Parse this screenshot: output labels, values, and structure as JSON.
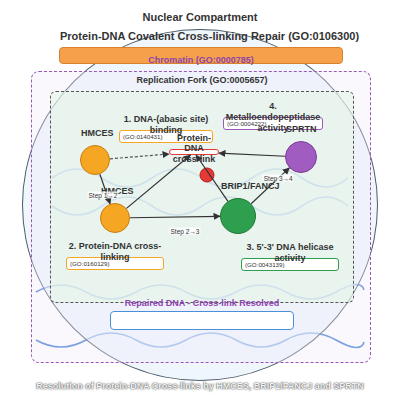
{
  "diagram": {
    "caption": "Resolution of Protein-DNA Cross-links by HMCES, BRIP1/FANCJ and SPRTN",
    "nodes": [
      {
        "text": [
          "Nuclear Compartment"
        ]
      },
      {
        "text": [
          "Protein-DNA Covalent Cross-linking Repair (GO:0106300)"
        ],
        "in": 0
      },
      {
        "text": [
          "Chromatin (GO:0000785)"
        ],
        "in": 0
      },
      {
        "text": [
          "Replication Fork (GO:0005657)"
        ],
        "in": 2
      },
      {
        "text": [
          "HMCES"
        ],
        "in": 3
      },
      {
        "text": [
          "1. DNA-(abasic site) binding",
          "(GO:0140431)"
        ],
        "in": 3
      },
      {
        "text": [
          "Protein-DNA cross-link"
        ],
        "in": 3
      },
      {
        "text": [
          "4. Metalloendopeptidase activity",
          "(GO:0004222)"
        ],
        "in": 3
      },
      {
        "text": [
          "SPRTN"
        ],
        "in": 3
      },
      {
        "text": [
          "HMCES"
        ],
        "in": 3
      },
      {
        "text": [
          "BRIP1/FANCJ"
        ],
        "in": 3
      },
      {
        "text": [
          "2. Protein-DNA cross-linking",
          "(GO:0160129)"
        ],
        "in": 3
      },
      {
        "text": [
          "3. 5'-3' DNA helicase activity",
          "(GO:0043139)"
        ],
        "in": 3
      },
      {
        "text": [
          "Repaired DNA - Cross-link Resolved"
        ],
        "in": 2
      }
    ],
    "edges": [
      {
        "from": 4,
        "to": 9,
        "arrow": "to",
        "label": "Step 1→2"
      },
      {
        "from": 9,
        "to": 10,
        "arrow": "to",
        "label": "Step 2→3"
      },
      {
        "from": 10,
        "to": 8,
        "arrow": "to",
        "label": "Step 3→4"
      },
      {
        "from": 4,
        "to": 6,
        "arrow": "to"
      },
      {
        "from": 9,
        "to": 6,
        "arrow": "to"
      },
      {
        "from": 10,
        "to": 6,
        "arrow": "to"
      },
      {
        "from": 8,
        "to": 6,
        "arrow": "to"
      }
    ]
  }
}
